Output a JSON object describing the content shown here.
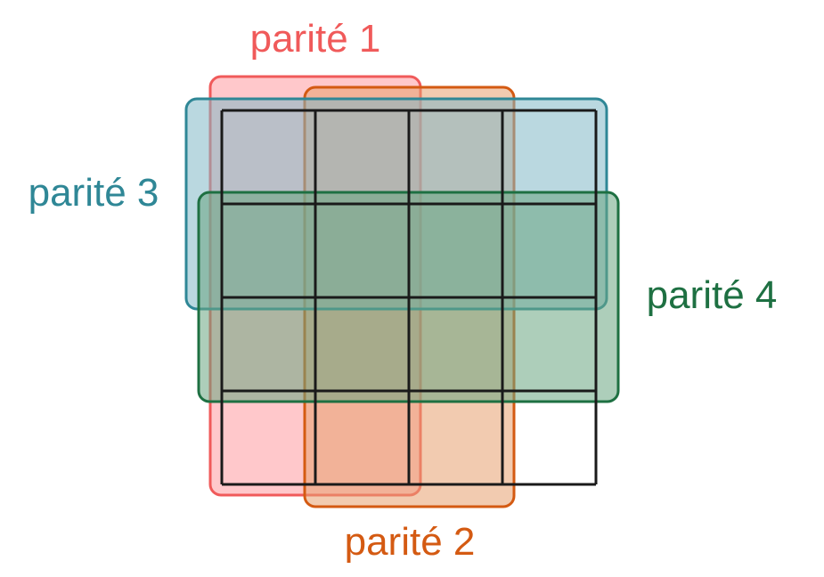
{
  "diagram": {
    "grid": {
      "rows": 4,
      "cols": 4,
      "line_color": "#1a1a1a"
    },
    "parities": [
      {
        "id": "p1",
        "label": "parité 1",
        "color": "#f05a5a",
        "fill": "#ff9aa0",
        "label_color": "#f05a5a"
      },
      {
        "id": "p2",
        "label": "parité 2",
        "color": "#d45a12",
        "fill": "#e8a070",
        "label_color": "#d45a12"
      },
      {
        "id": "p3",
        "label": "parité 3",
        "color": "#2f8796",
        "fill": "#82b8c6",
        "label_color": "#2f8796"
      },
      {
        "id": "p4",
        "label": "parité 4",
        "color": "#1e7042",
        "fill": "#6aa682",
        "label_color": "#1e7042"
      }
    ]
  }
}
